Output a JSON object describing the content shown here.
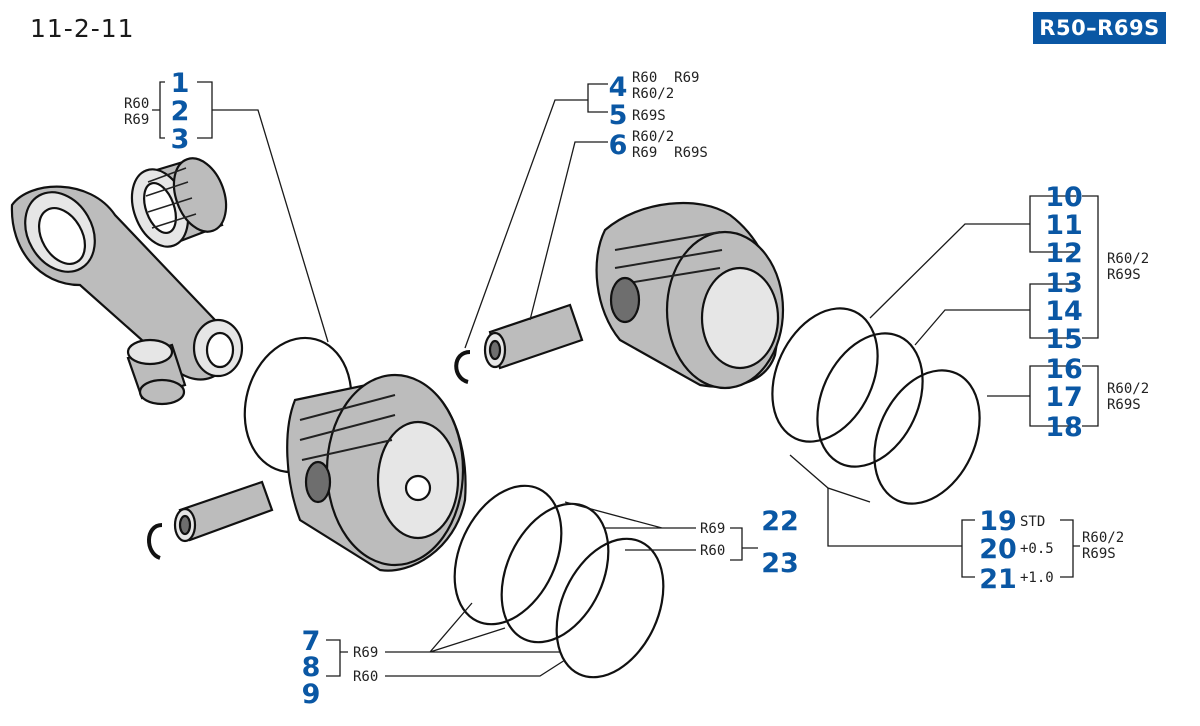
{
  "header": {
    "page_number": "11-2-11",
    "model_range": "R50–R69S"
  },
  "parts": {
    "p1": "1",
    "p2": "2",
    "p3": "3",
    "p4": "4",
    "p5": "5",
    "p6": "6",
    "p7": "7",
    "p8": "8",
    "p9": "9",
    "p10": "10",
    "p11": "11",
    "p12": "12",
    "p13": "13",
    "p14": "14",
    "p15": "15",
    "p16": "16",
    "p17": "17",
    "p18": "18",
    "p19": "19",
    "p20": "20",
    "p21": "21",
    "p22": "22",
    "p23": "23"
  },
  "labels": {
    "g123_a": "R60",
    "g123_b": "R69",
    "p4_a": "R60  R69",
    "p4_b": "R60/2",
    "p5": "R69S",
    "p6_a": "R60/2",
    "p6_b": "R69  R69S",
    "g10_a": "R60/2",
    "g10_b": "R69S",
    "g16_a": "R60/2",
    "g16_b": "R69S",
    "p19": "STD",
    "p20": "+0.5",
    "p21": "+1.0",
    "g19_a": "R60/2",
    "g19_b": "R69S",
    "p22": "R69",
    "p23": "R60",
    "p7": "R69",
    "p9": "R60"
  }
}
